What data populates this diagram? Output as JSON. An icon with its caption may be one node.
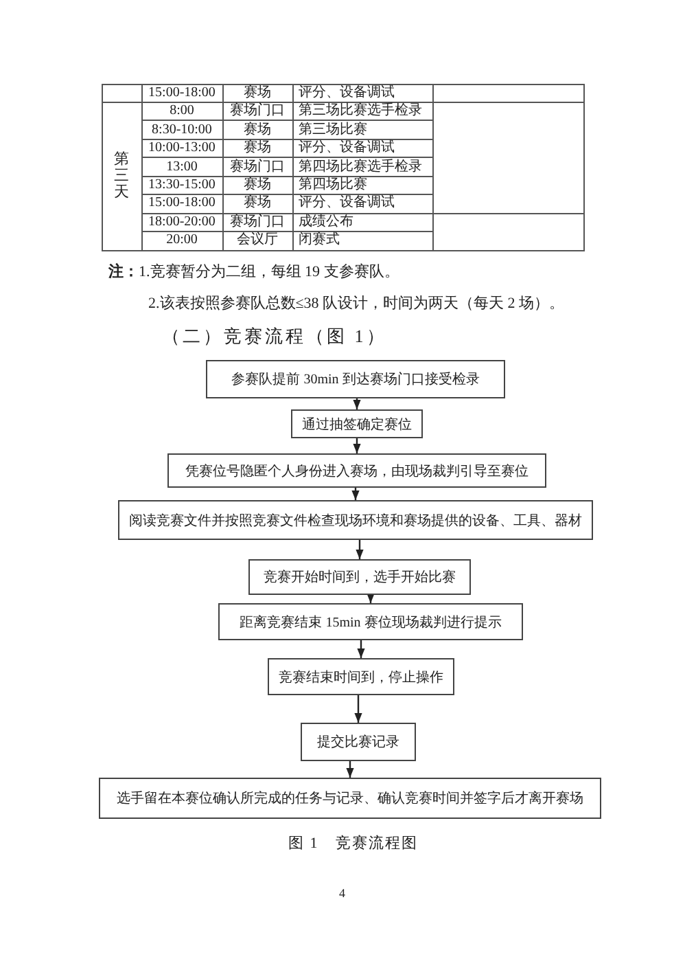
{
  "diagram": {
    "caption": "图 1　竞赛流程图",
    "nodes": [
      {
        "text": [
          "参赛队提前 30min 到达赛场门口接受检录"
        ]
      },
      {
        "text": [
          "通过抽签确定赛位"
        ]
      },
      {
        "text": [
          "凭赛位号隐匿个人身份进入赛场，由现场裁判引导至赛位"
        ]
      },
      {
        "text": [
          "阅读竞赛文件并按照竞赛文件检查现场环境和赛场提供的设备、工具、器材"
        ]
      },
      {
        "text": [
          "竞赛开始时间到，选手开始比赛"
        ]
      },
      {
        "text": [
          "距离竞赛结束 15min 赛位现场裁判进行提示"
        ]
      },
      {
        "text": [
          "竞赛结束时间到，停止操作"
        ]
      },
      {
        "text": [
          "提交比赛记录"
        ]
      },
      {
        "text": [
          "选手留在本赛位确认所完成的任务与记录、确认竞赛时间并签字后才离开赛场"
        ]
      }
    ],
    "edges": [
      {
        "from": 0,
        "to": 1,
        "arrow": "to"
      },
      {
        "from": 1,
        "to": 2,
        "arrow": "to"
      },
      {
        "from": 2,
        "to": 3,
        "arrow": "to"
      },
      {
        "from": 3,
        "to": 4,
        "arrow": "to"
      },
      {
        "from": 4,
        "to": 5,
        "arrow": "to"
      },
      {
        "from": 5,
        "to": 6,
        "arrow": "to"
      },
      {
        "from": 6,
        "to": 7,
        "arrow": "to"
      },
      {
        "from": 7,
        "to": 8,
        "arrow": "to"
      }
    ],
    "labels": [
      "15:00-18:00",
      "赛场",
      "评分、设备调试",
      "第三天",
      "8:00",
      "赛场门口",
      "第三场比赛选手检录",
      "8:30-10:00",
      "赛场",
      "第三场比赛",
      "10:00-13:00",
      "赛场",
      "评分、设备调试",
      "13:00",
      "赛场门口",
      "第四场比赛选手检录",
      "13:30-15:00",
      "赛场",
      "第四场比赛",
      "15:00-18:00",
      "赛场",
      "评分、设备调试",
      "18:00-20:00",
      "赛场门口",
      "成绩公布",
      "20:00",
      "会议厅",
      "闭赛式",
      "**注：**1.竞赛暂分为二组，每组 19 支参赛队。",
      "2.该表按照参赛队总数≤38 队设计，时间为两天（每天 2 场）。",
      "（二）竞赛流程（图 1）",
      "4"
    ]
  }
}
